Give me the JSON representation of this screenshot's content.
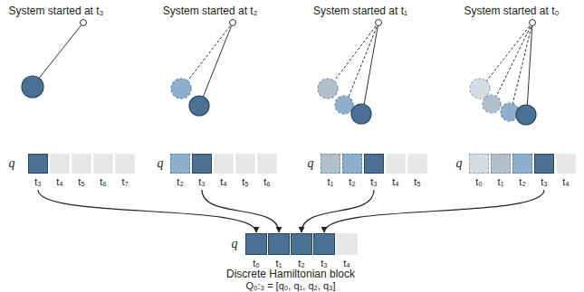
{
  "diagram": {
    "caption": "Discrete Hamiltonian block",
    "nodes": [
      {
        "text": [
          "t₃"
        ]
      },
      {
        "text": [
          "t₄"
        ]
      },
      {
        "text": [
          "t₅"
        ]
      },
      {
        "text": [
          "t₆"
        ]
      },
      {
        "text": [
          "t₇"
        ]
      },
      {
        "text": [
          "t₂"
        ]
      },
      {
        "text": [
          "t₃"
        ]
      },
      {
        "text": [
          "t₄"
        ]
      },
      {
        "text": [
          "t₅"
        ]
      },
      {
        "text": [
          "t₆"
        ]
      },
      {
        "text": [
          "t₁"
        ]
      },
      {
        "text": [
          "t₂"
        ]
      },
      {
        "text": [
          "t₃"
        ]
      },
      {
        "text": [
          "t₄"
        ]
      },
      {
        "text": [
          "t₅"
        ]
      },
      {
        "text": [
          "t₀"
        ]
      },
      {
        "text": [
          "t₁"
        ]
      },
      {
        "text": [
          "t₂"
        ]
      },
      {
        "text": [
          "t₃"
        ]
      },
      {
        "text": [
          "t₄"
        ]
      },
      {
        "text": [
          "t₀"
        ]
      },
      {
        "text": [
          "t₁"
        ]
      },
      {
        "text": [
          "t₂"
        ]
      },
      {
        "text": [
          "t₃"
        ]
      },
      {
        "text": [
          "t₄"
        ]
      }
    ],
    "edges": [
      {
        "from": 0,
        "to": 20,
        "arrow": "to"
      },
      {
        "from": 6,
        "to": 21,
        "arrow": "to"
      },
      {
        "from": 12,
        "to": 22,
        "arrow": "to"
      },
      {
        "from": 18,
        "to": 23,
        "arrow": "to"
      }
    ],
    "labels": [
      "System started at t₃",
      "System started at t₂",
      "System started at t₁",
      "System started at t₀",
      "q",
      "q",
      "q",
      "q",
      "q",
      "Q₀:₃ = [q₀, q₁, q₂, q₃]"
    ]
  }
}
